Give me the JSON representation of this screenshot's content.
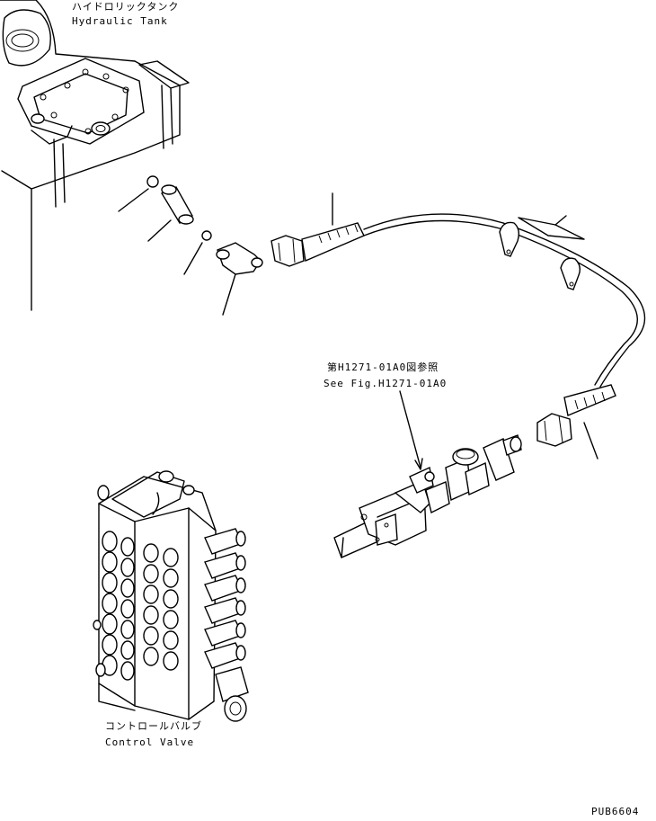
{
  "labels": {
    "hydraulic_tank_jp": "ハイドロリックタンク",
    "hydraulic_tank_en": "Hydraulic Tank",
    "see_fig_jp": "第H1271-01A0図参照",
    "see_fig_en": "See Fig.H1271-01A0",
    "control_valve_jp": "コントロールバルブ",
    "control_valve_en": "Control Valve",
    "drawing_code": "PUB6604"
  }
}
